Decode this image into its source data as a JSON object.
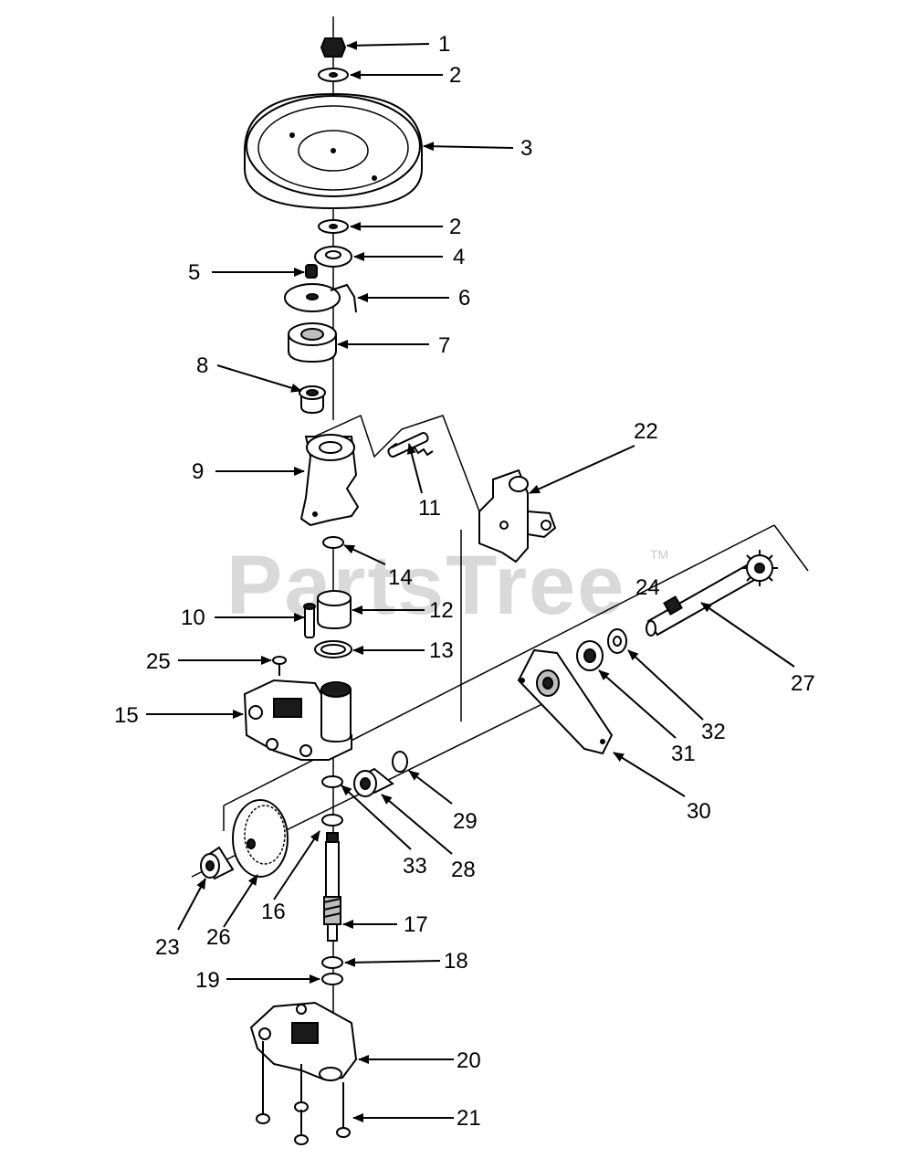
{
  "watermark": {
    "text": "PartsTree",
    "trademark": "TM"
  },
  "callouts": [
    {
      "id": "1",
      "text": "1"
    },
    {
      "id": "2a",
      "text": "2"
    },
    {
      "id": "3",
      "text": "3"
    },
    {
      "id": "2b",
      "text": "2"
    },
    {
      "id": "4",
      "text": "4"
    },
    {
      "id": "5",
      "text": "5"
    },
    {
      "id": "6",
      "text": "6"
    },
    {
      "id": "7",
      "text": "7"
    },
    {
      "id": "8",
      "text": "8"
    },
    {
      "id": "9",
      "text": "9"
    },
    {
      "id": "11",
      "text": "11"
    },
    {
      "id": "22",
      "text": "22"
    },
    {
      "id": "14",
      "text": "14"
    },
    {
      "id": "24",
      "text": "24"
    },
    {
      "id": "10",
      "text": "10"
    },
    {
      "id": "12",
      "text": "12"
    },
    {
      "id": "13",
      "text": "13"
    },
    {
      "id": "25",
      "text": "25"
    },
    {
      "id": "27",
      "text": "27"
    },
    {
      "id": "15",
      "text": "15"
    },
    {
      "id": "32",
      "text": "32"
    },
    {
      "id": "31",
      "text": "31"
    },
    {
      "id": "30",
      "text": "30"
    },
    {
      "id": "29",
      "text": "29"
    },
    {
      "id": "33",
      "text": "33"
    },
    {
      "id": "28",
      "text": "28"
    },
    {
      "id": "16",
      "text": "16"
    },
    {
      "id": "23",
      "text": "23"
    },
    {
      "id": "26",
      "text": "26"
    },
    {
      "id": "17",
      "text": "17"
    },
    {
      "id": "18",
      "text": "18"
    },
    {
      "id": "19",
      "text": "19"
    },
    {
      "id": "20",
      "text": "20"
    },
    {
      "id": "21",
      "text": "21"
    }
  ]
}
